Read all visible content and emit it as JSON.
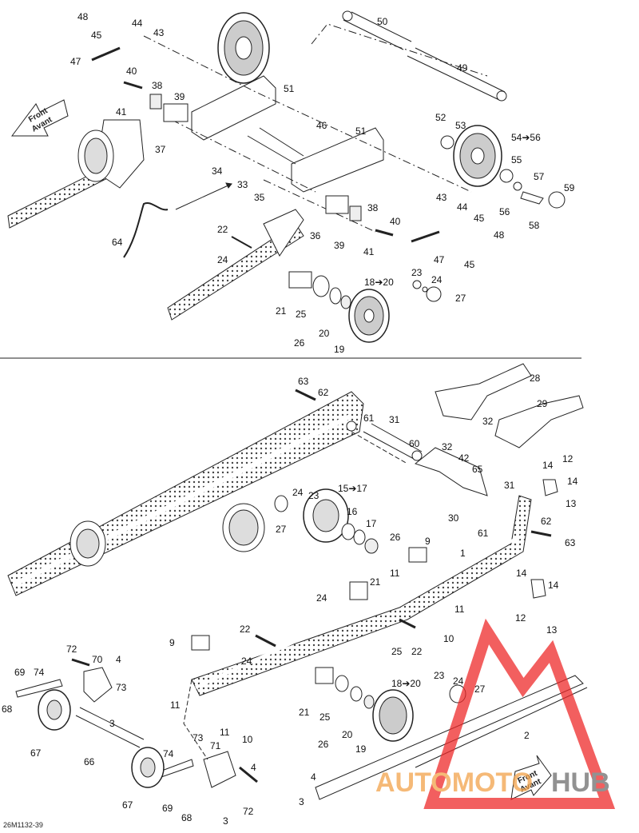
{
  "document": {
    "figure_code": "26M1132-39",
    "front_label_en": "Front",
    "front_label_fr": "Avant"
  },
  "watermark": {
    "text_left": "AUTOMOTO",
    "text_right": "HUB",
    "color_left": "#f2a24a",
    "color_right": "#6e6e6e",
    "triangle_color": "#ee2a2a"
  },
  "callouts_top": [
    {
      "id": "c48a",
      "text": "48"
    },
    {
      "id": "c45a",
      "text": "45"
    },
    {
      "id": "c44a",
      "text": "44"
    },
    {
      "id": "c43a",
      "text": "43"
    },
    {
      "id": "c50",
      "text": "50"
    },
    {
      "id": "c49",
      "text": "49"
    },
    {
      "id": "c47a",
      "text": "47"
    },
    {
      "id": "c40a",
      "text": "40"
    },
    {
      "id": "c38a",
      "text": "38"
    },
    {
      "id": "c39a",
      "text": "39"
    },
    {
      "id": "c41a",
      "text": "41"
    },
    {
      "id": "c51a",
      "text": "51"
    },
    {
      "id": "c37",
      "text": "37"
    },
    {
      "id": "c46",
      "text": "46"
    },
    {
      "id": "c52",
      "text": "52"
    },
    {
      "id": "c53",
      "text": "53"
    },
    {
      "id": "c54",
      "text": "54➔56"
    },
    {
      "id": "c51b",
      "text": "51"
    },
    {
      "id": "c34",
      "text": "34"
    },
    {
      "id": "c33",
      "text": "33"
    },
    {
      "id": "c35",
      "text": "35"
    },
    {
      "id": "c55",
      "text": "55"
    },
    {
      "id": "c57",
      "text": "57"
    },
    {
      "id": "c59",
      "text": "59"
    },
    {
      "id": "c56",
      "text": "56"
    },
    {
      "id": "c58",
      "text": "58"
    },
    {
      "id": "c43b",
      "text": "43"
    },
    {
      "id": "c44b",
      "text": "44"
    },
    {
      "id": "c45b",
      "text": "45"
    },
    {
      "id": "c64",
      "text": "64"
    },
    {
      "id": "c22a",
      "text": "22"
    },
    {
      "id": "c38b",
      "text": "38"
    },
    {
      "id": "c36",
      "text": "36"
    },
    {
      "id": "c40b",
      "text": "40"
    },
    {
      "id": "c39b",
      "text": "39"
    },
    {
      "id": "c41b",
      "text": "41"
    },
    {
      "id": "c48b",
      "text": "48"
    },
    {
      "id": "c24a",
      "text": "24"
    },
    {
      "id": "c47b",
      "text": "47"
    },
    {
      "id": "c45c",
      "text": "45"
    },
    {
      "id": "c23a",
      "text": "23"
    },
    {
      "id": "c24b",
      "text": "24"
    },
    {
      "id": "c18a",
      "text": "18➔20"
    },
    {
      "id": "c27a",
      "text": "27"
    },
    {
      "id": "c21a",
      "text": "21"
    },
    {
      "id": "c25a",
      "text": "25"
    },
    {
      "id": "c26a",
      "text": "26"
    },
    {
      "id": "c20a",
      "text": "20"
    },
    {
      "id": "c19a",
      "text": "19"
    }
  ],
  "callouts_bottom": [
    {
      "id": "d63a",
      "text": "63"
    },
    {
      "id": "d62a",
      "text": "62"
    },
    {
      "id": "d28",
      "text": "28"
    },
    {
      "id": "d29",
      "text": "29"
    },
    {
      "id": "d31a",
      "text": "31"
    },
    {
      "id": "d61a",
      "text": "61"
    },
    {
      "id": "d32a",
      "text": "32"
    },
    {
      "id": "d32b",
      "text": "32"
    },
    {
      "id": "d60",
      "text": "60"
    },
    {
      "id": "d42",
      "text": "42"
    },
    {
      "id": "d65",
      "text": "65"
    },
    {
      "id": "d12a",
      "text": "12"
    },
    {
      "id": "d14a",
      "text": "14"
    },
    {
      "id": "d31b",
      "text": "31"
    },
    {
      "id": "d14b",
      "text": "14"
    },
    {
      "id": "d13a",
      "text": "13"
    },
    {
      "id": "d24a",
      "text": "24"
    },
    {
      "id": "d23a",
      "text": "23"
    },
    {
      "id": "d15",
      "text": "15➔17"
    },
    {
      "id": "d16",
      "text": "16"
    },
    {
      "id": "d30",
      "text": "30"
    },
    {
      "id": "d61b",
      "text": "61"
    },
    {
      "id": "d62b",
      "text": "62"
    },
    {
      "id": "d63b",
      "text": "63"
    },
    {
      "id": "d27a",
      "text": "27"
    },
    {
      "id": "d17",
      "text": "17"
    },
    {
      "id": "d26a",
      "text": "26"
    },
    {
      "id": "d9a",
      "text": "9"
    },
    {
      "id": "d1",
      "text": "1"
    },
    {
      "id": "d11a",
      "text": "11"
    },
    {
      "id": "d21a",
      "text": "21"
    },
    {
      "id": "d24b",
      "text": "24"
    },
    {
      "id": "d11b",
      "text": "11"
    },
    {
      "id": "d14c",
      "text": "14"
    },
    {
      "id": "d14d",
      "text": "14"
    },
    {
      "id": "d12b",
      "text": "12"
    },
    {
      "id": "d13b",
      "text": "13"
    },
    {
      "id": "d10a",
      "text": "10"
    },
    {
      "id": "d25a",
      "text": "25"
    },
    {
      "id": "d22a",
      "text": "22"
    },
    {
      "id": "d22b",
      "text": "22"
    },
    {
      "id": "d9b",
      "text": "9"
    },
    {
      "id": "d24c",
      "text": "24"
    },
    {
      "id": "d72a",
      "text": "72"
    },
    {
      "id": "d70",
      "text": "70"
    },
    {
      "id": "d4a",
      "text": "4"
    },
    {
      "id": "d69a",
      "text": "69"
    },
    {
      "id": "d74a",
      "text": "74"
    },
    {
      "id": "d73a",
      "text": "73"
    },
    {
      "id": "d68a",
      "text": "68"
    },
    {
      "id": "d11c",
      "text": "11"
    },
    {
      "id": "d23b",
      "text": "23"
    },
    {
      "id": "d24d",
      "text": "24"
    },
    {
      "id": "d18",
      "text": "18➔20"
    },
    {
      "id": "d27b",
      "text": "27"
    },
    {
      "id": "d3a",
      "text": "3"
    },
    {
      "id": "d67a",
      "text": "67"
    },
    {
      "id": "d66",
      "text": "66"
    },
    {
      "id": "d21b",
      "text": "21"
    },
    {
      "id": "d25b",
      "text": "25"
    },
    {
      "id": "d11d",
      "text": "11"
    },
    {
      "id": "d10b",
      "text": "10"
    },
    {
      "id": "d26b",
      "text": "26"
    },
    {
      "id": "d20",
      "text": "20"
    },
    {
      "id": "d19",
      "text": "19"
    },
    {
      "id": "d2",
      "text": "2"
    },
    {
      "id": "d74b",
      "text": "74"
    },
    {
      "id": "d73b",
      "text": "73"
    },
    {
      "id": "d71",
      "text": "71"
    },
    {
      "id": "d4b",
      "text": "4"
    },
    {
      "id": "d67b",
      "text": "67"
    },
    {
      "id": "d69b",
      "text": "69"
    },
    {
      "id": "d68b",
      "text": "68"
    },
    {
      "id": "d72b",
      "text": "72"
    },
    {
      "id": "d3b",
      "text": "3"
    },
    {
      "id": "d4c",
      "text": "4"
    },
    {
      "id": "d3c",
      "text": "3"
    }
  ]
}
